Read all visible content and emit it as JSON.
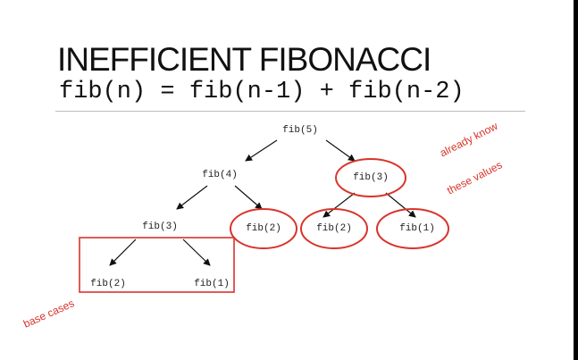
{
  "slide": {
    "title": "INEFFICIENT FIBONACCI",
    "formula": "fib(n) = fib(n-1) + fib(n-2)"
  },
  "tree": {
    "root": "fib(5)",
    "left": "fib(4)",
    "right": "fib(3)",
    "left_left": "fib(3)",
    "left_right": "fib(2)",
    "right_left": "fib(2)",
    "right_right": "fib(1)",
    "leaf_left": "fib(2)",
    "leaf_right": "fib(1)"
  },
  "annotations": {
    "already_know_line1": "already know",
    "already_know_line2": "these values",
    "base_cases": "base cases"
  },
  "colors": {
    "annotation": "#d9342b",
    "text": "#111111"
  }
}
